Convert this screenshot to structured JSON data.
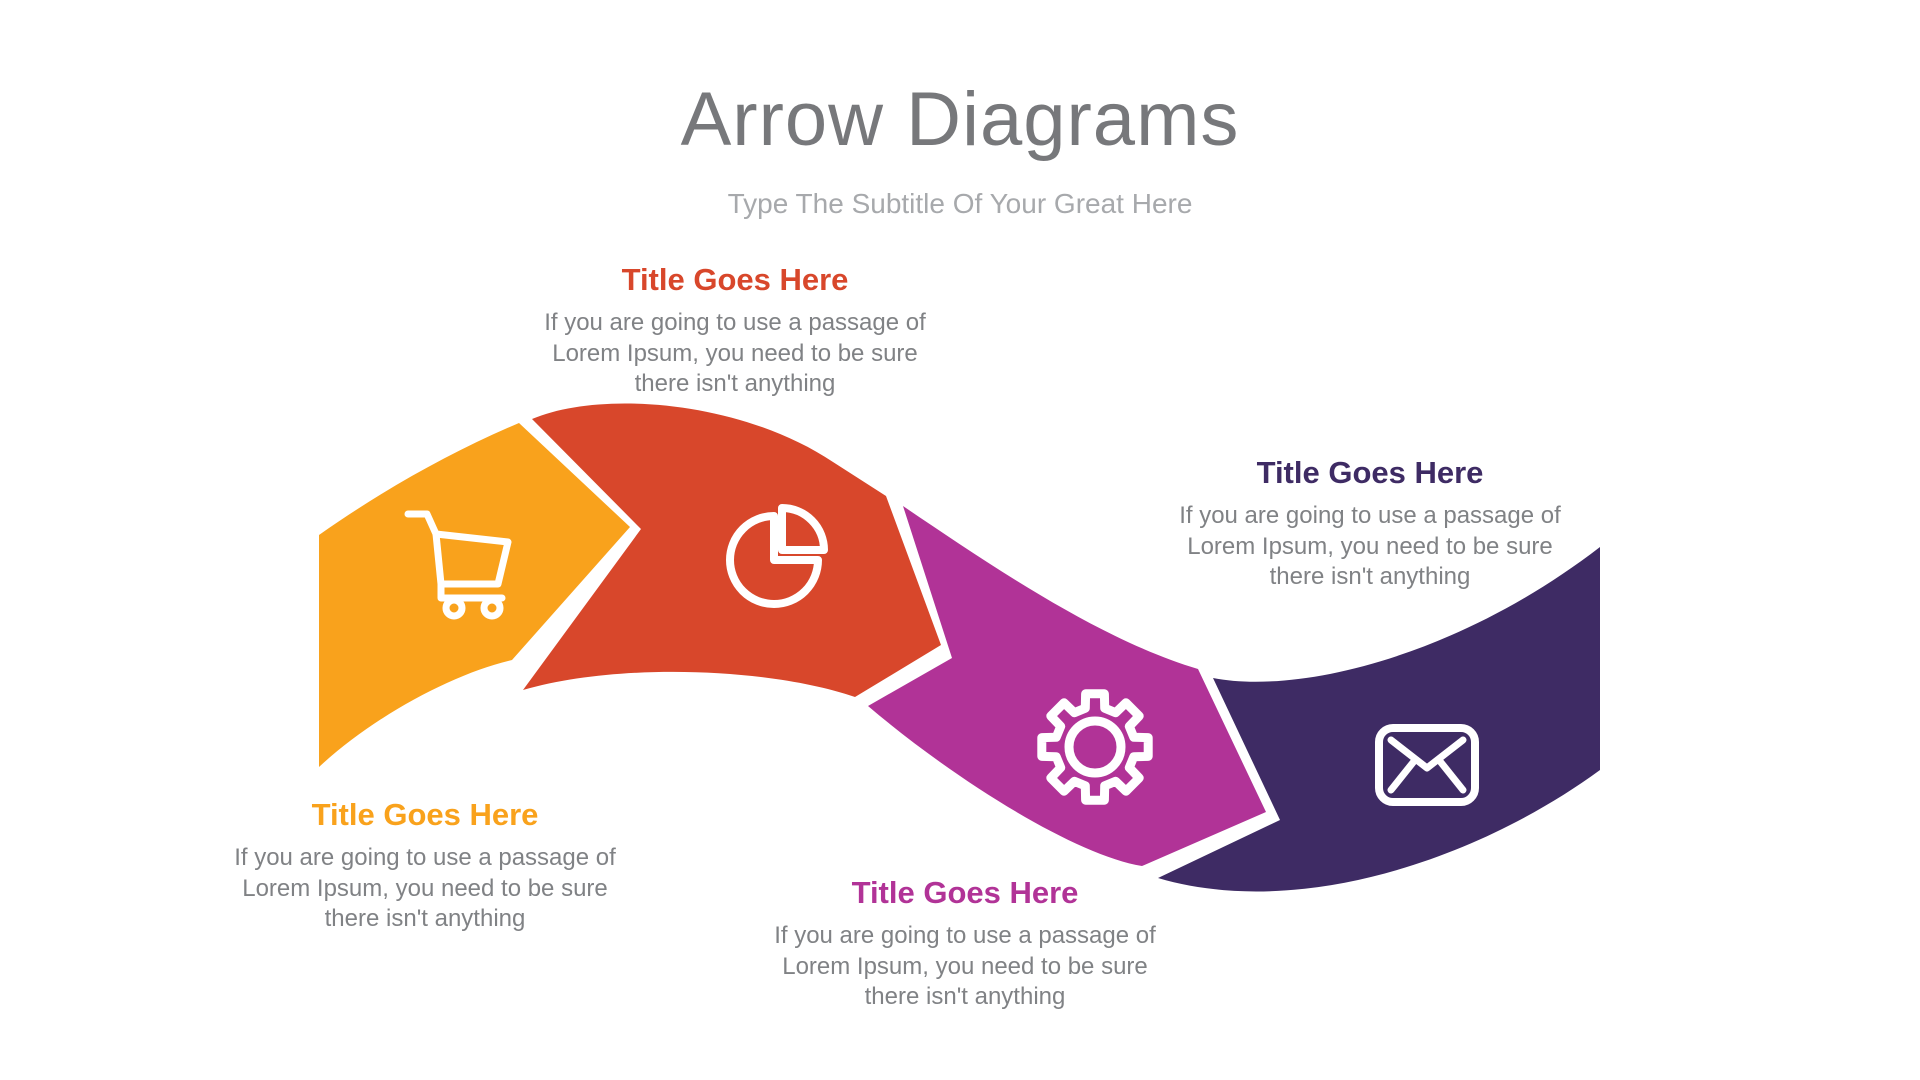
{
  "slide": {
    "title": "Arrow Diagrams",
    "subtitle": "Type The Subtitle Of Your Great Here"
  },
  "colors": {
    "title_gray": "#77787b",
    "subtitle_gray": "#a7a9ac",
    "body_gray": "#808285",
    "icon_stroke": "#ffffff",
    "background": "#ffffff"
  },
  "steps": [
    {
      "id": 1,
      "icon": "shopping-cart-icon",
      "color": "#F9A21C",
      "title": "Title Goes Here",
      "body_lines": [
        "If you are going to use a passage of",
        "Lorem Ipsum, you need to be sure",
        "there isn't anything"
      ]
    },
    {
      "id": 2,
      "icon": "pie-chart-icon",
      "color": "#D8472B",
      "title": "Title Goes Here",
      "body_lines": [
        "If you are going to use a passage of",
        "Lorem Ipsum, you need to be sure",
        "there isn't anything"
      ]
    },
    {
      "id": 3,
      "icon": "gear-icon",
      "color": "#B13397",
      "title": "Title Goes Here",
      "body_lines": [
        "If you are going to use a passage of",
        "Lorem Ipsum, you need to be sure",
        "there isn't anything"
      ]
    },
    {
      "id": 4,
      "icon": "envelope-icon",
      "color": "#3E2B64",
      "title": "Title Goes Here",
      "body_lines": [
        "If you are going to use a passage of",
        "Lorem Ipsum, you need to be sure",
        "there isn't anything"
      ]
    }
  ]
}
